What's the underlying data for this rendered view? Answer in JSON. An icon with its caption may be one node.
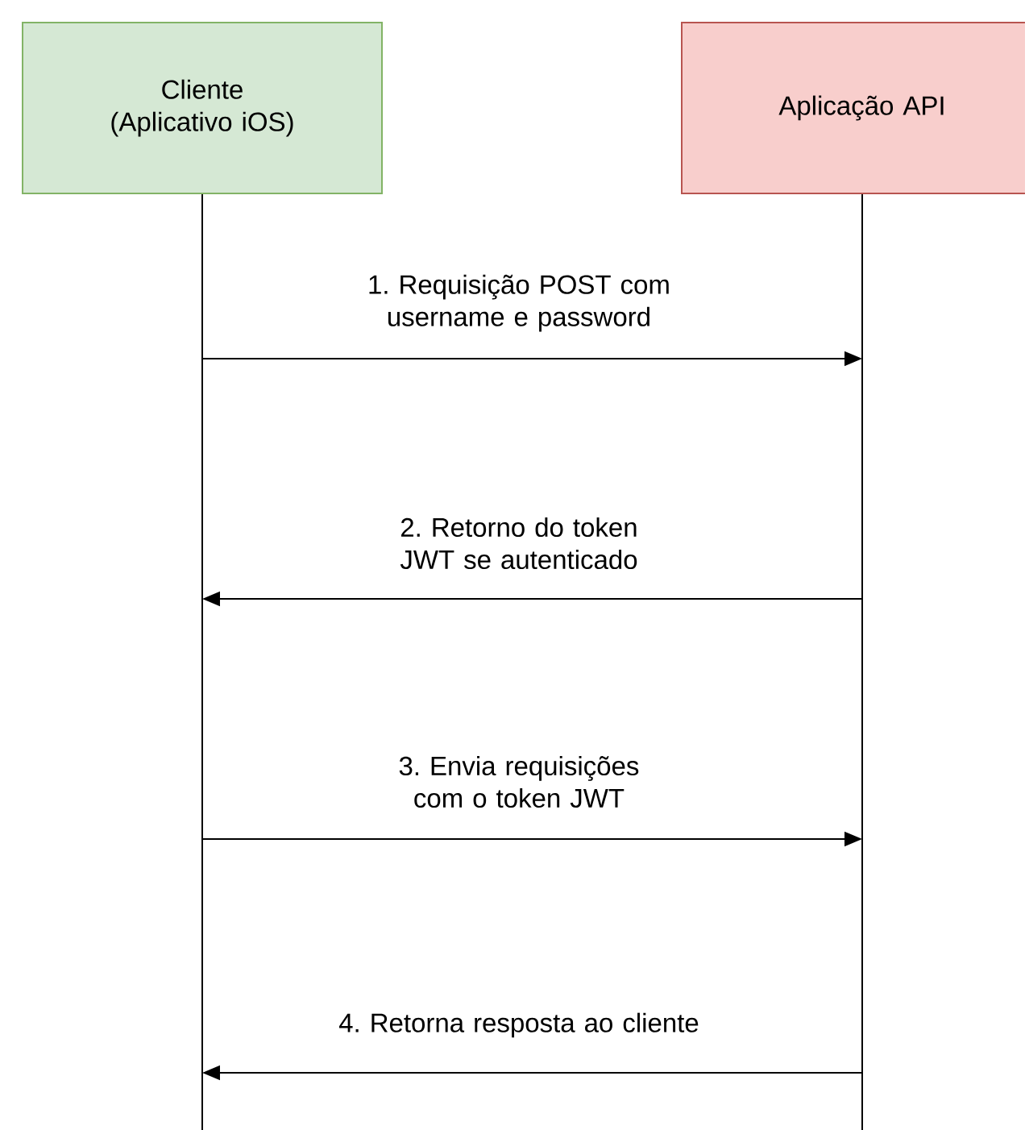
{
  "diagram": {
    "nodes": [
      {
        "text": [
          "Cliente (Aplicativo iOS)"
        ]
      },
      {
        "text": [
          "Aplicação API"
        ]
      }
    ],
    "edges": [
      {
        "from": 0,
        "to": 1,
        "arrow": "to",
        "label": "1. Requisição POST com username e password"
      },
      {
        "from": 1,
        "to": 0,
        "arrow": "to",
        "label": "2. Retorno do token JWT se autenticado"
      },
      {
        "from": 0,
        "to": 1,
        "arrow": "to",
        "label": "3. Envia requisições com o token JWT"
      },
      {
        "from": 1,
        "to": 0,
        "arrow": "to",
        "label": "4. Retorna resposta ao cliente"
      }
    ]
  }
}
